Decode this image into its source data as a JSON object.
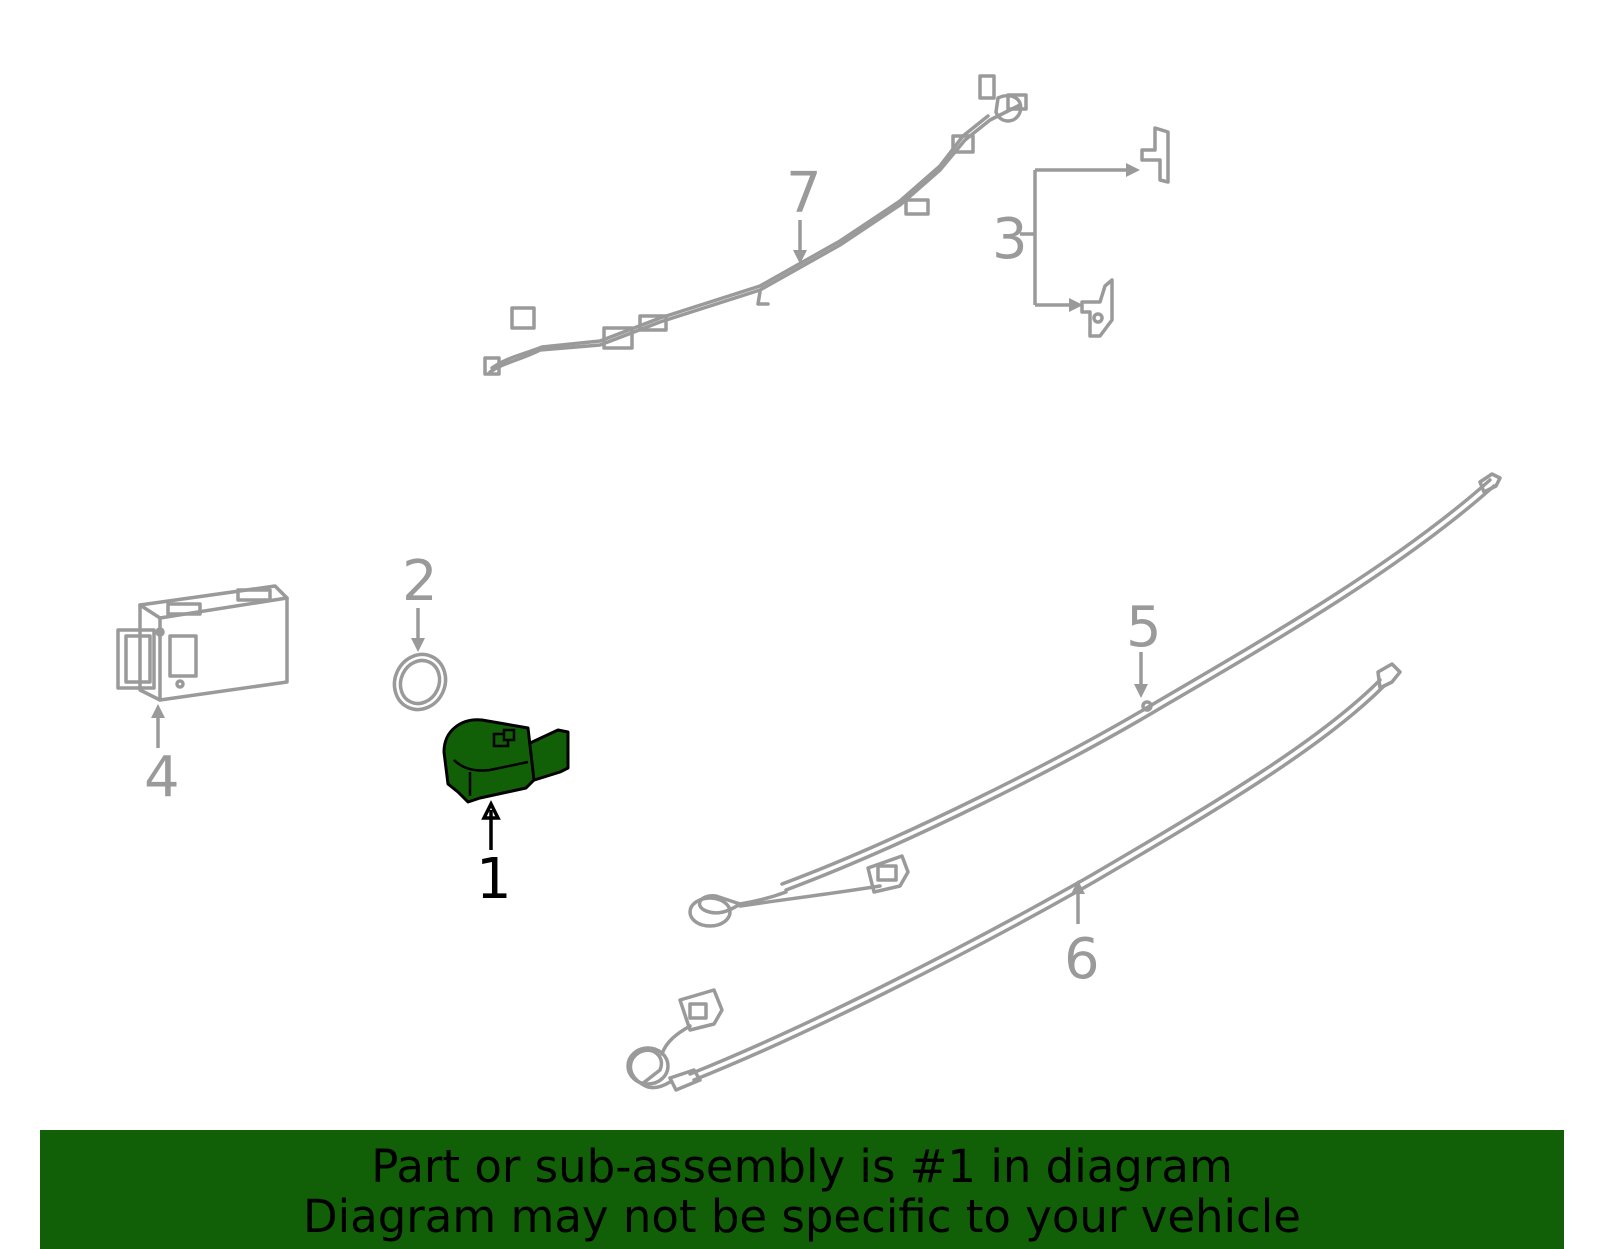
{
  "diagram": {
    "callouts": [
      {
        "id": "1",
        "label": "1",
        "highlighted": true
      },
      {
        "id": "2",
        "label": "2",
        "highlighted": false
      },
      {
        "id": "3",
        "label": "3",
        "highlighted": false
      },
      {
        "id": "4",
        "label": "4",
        "highlighted": false
      },
      {
        "id": "5",
        "label": "5",
        "highlighted": false
      },
      {
        "id": "6",
        "label": "6",
        "highlighted": false
      },
      {
        "id": "7",
        "label": "7",
        "highlighted": false
      }
    ]
  },
  "banner": {
    "line1": "Part or sub-assembly is #1 in diagram",
    "line2": "Diagram may not be specific to your vehicle"
  },
  "colors": {
    "highlight_part": "#116007",
    "banner_background": "#116007",
    "line_art": "#9a9a9a",
    "active_callout": "#000000"
  }
}
